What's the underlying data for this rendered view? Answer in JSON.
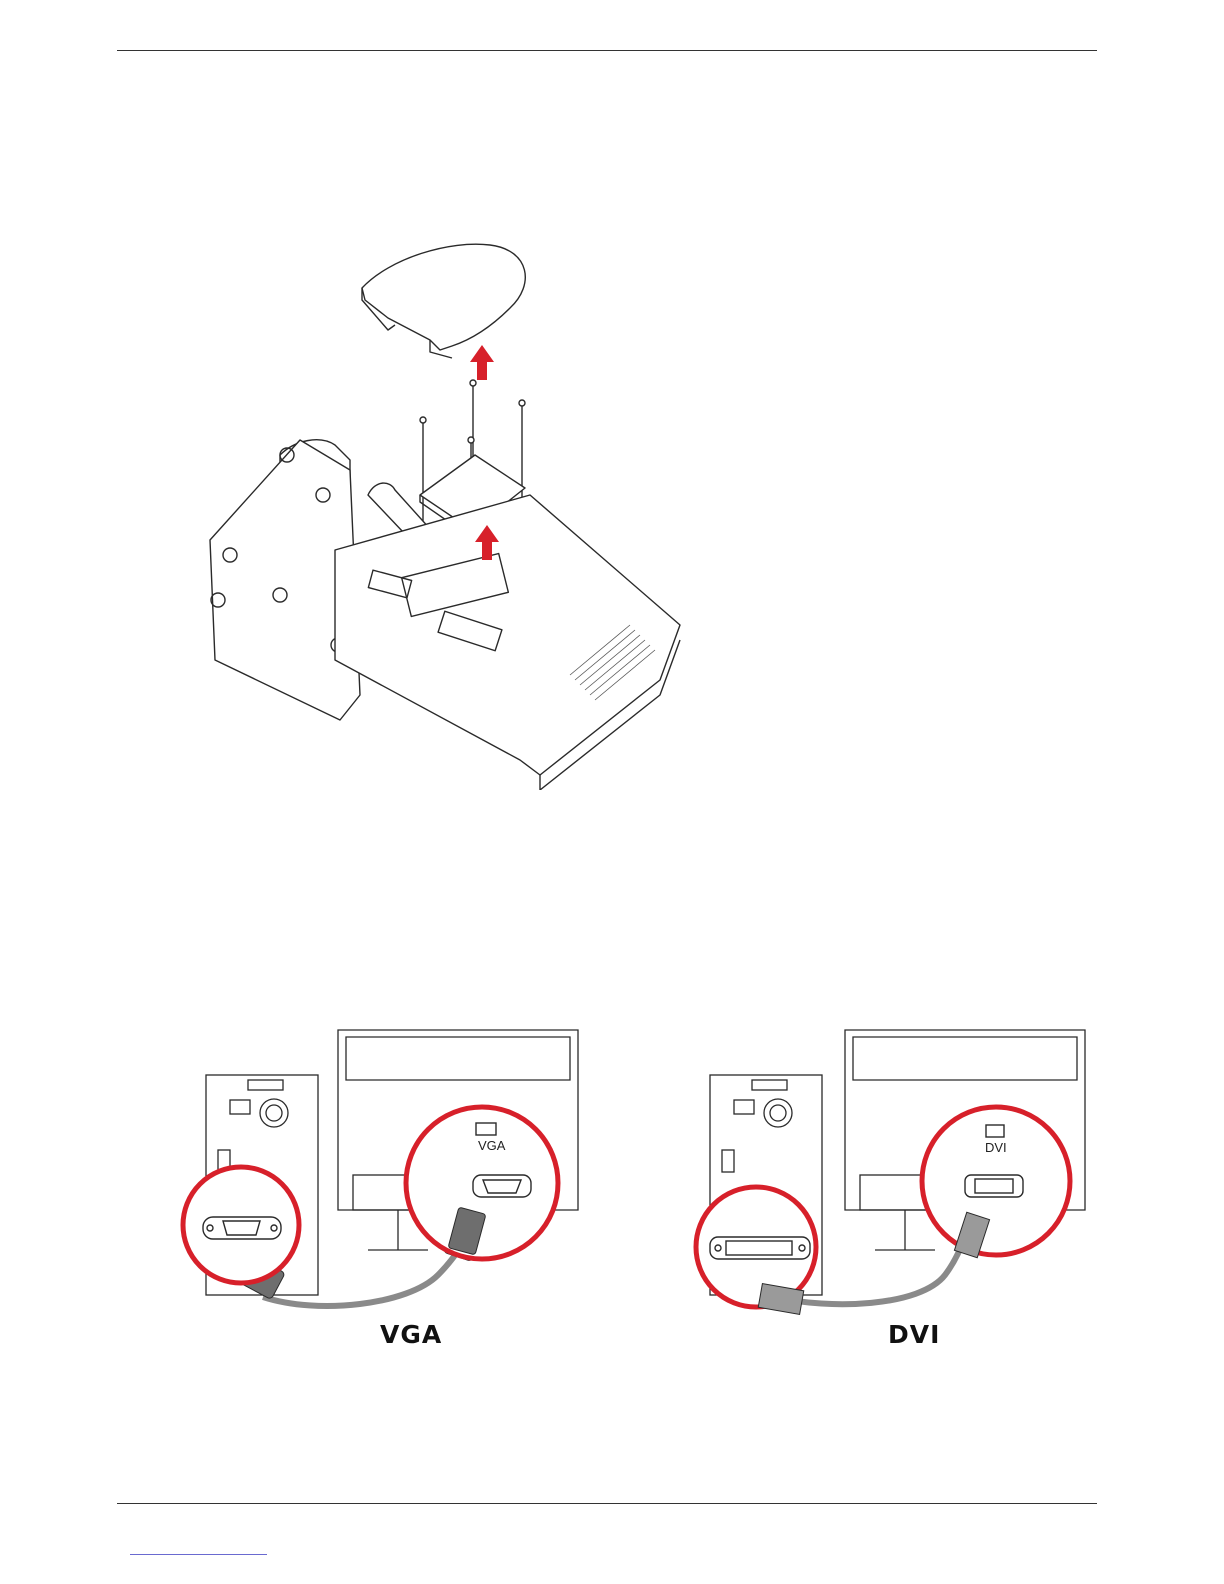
{
  "diagrams": {
    "vga": {
      "caption": "VGA",
      "port_label": "VGA"
    },
    "dvi": {
      "caption": "DVI",
      "port_label": "DVI"
    }
  },
  "colors": {
    "highlight_red": "#d7202a",
    "line": "#2a2a2a",
    "cable": "#8a8a8a",
    "connector": "#6e6e6e"
  }
}
